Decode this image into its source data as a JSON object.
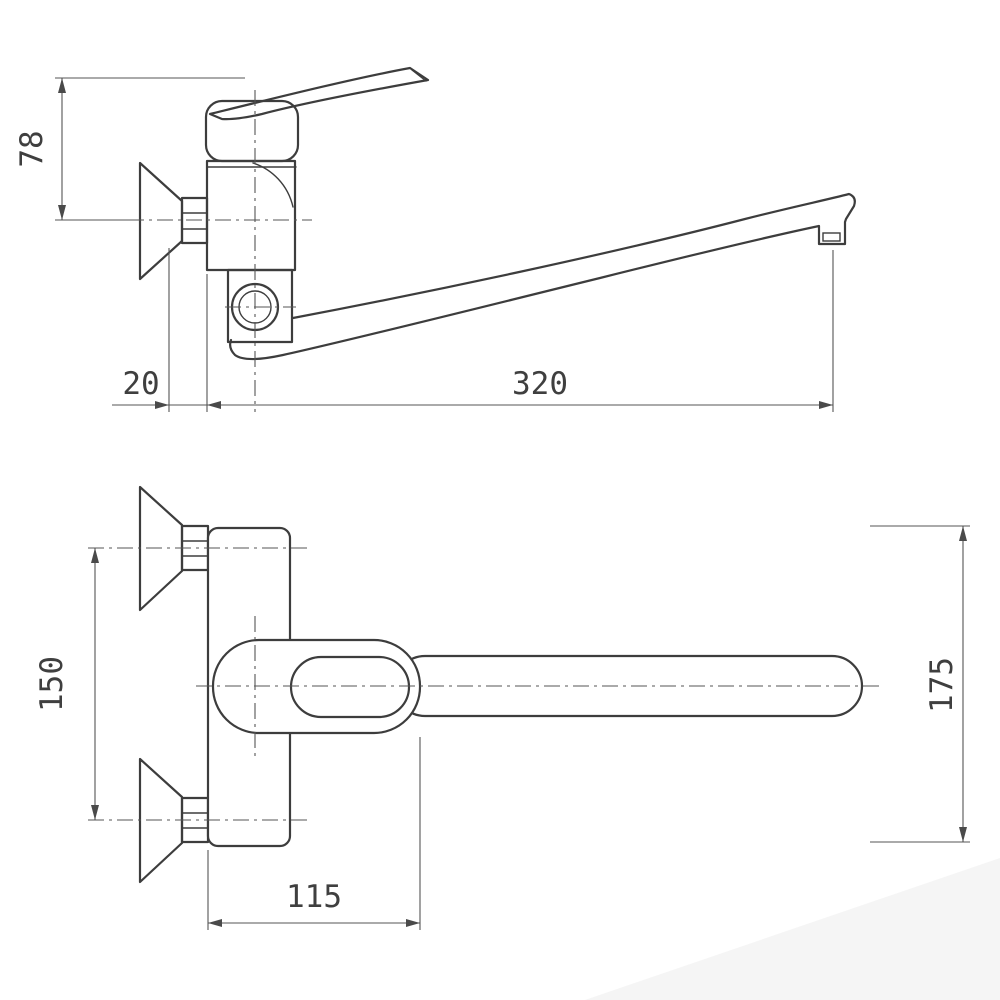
{
  "background_color": "#ffffff",
  "outline_color": "#3d3d3d",
  "dimension_color": "#4a4a4a",
  "dimensions": {
    "side_view": {
      "handle_height": "78",
      "wall_offset": "20",
      "spout_reach": "320"
    },
    "front_view": {
      "supply_centers": "150",
      "overall_height": "175",
      "body_width": "115"
    }
  }
}
